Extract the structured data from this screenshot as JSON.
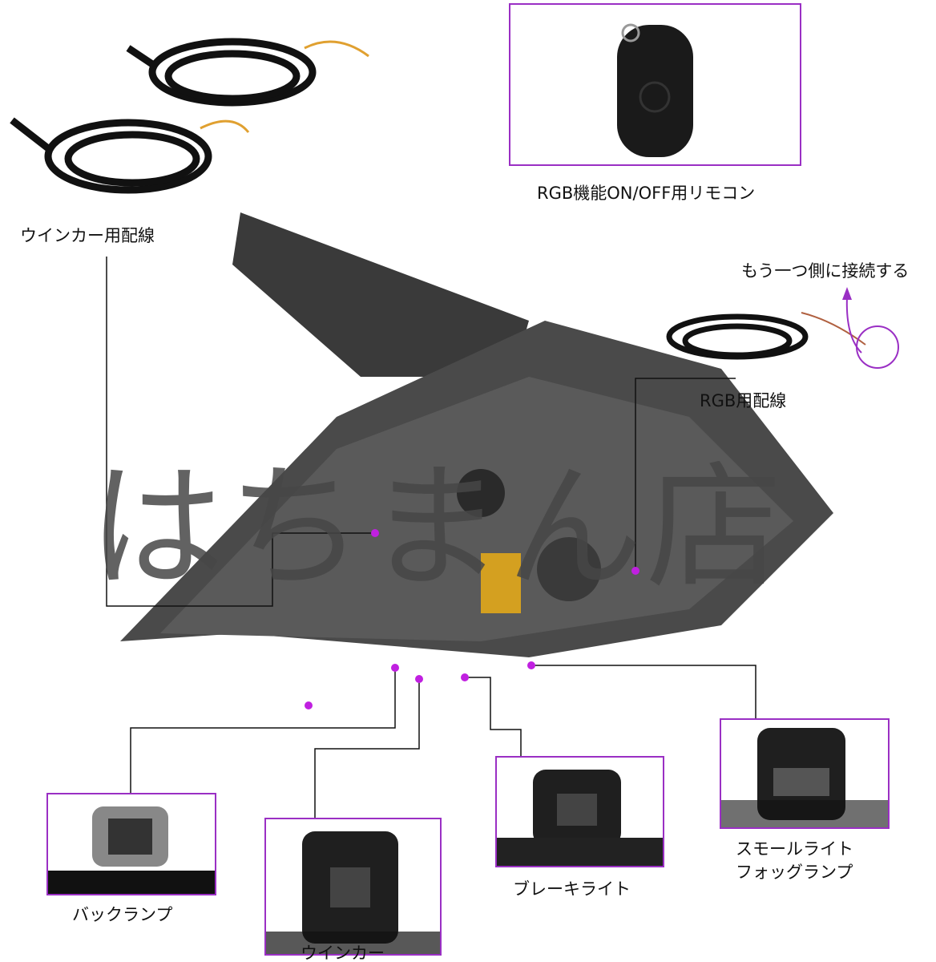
{
  "labels": {
    "winker_wiring": "ウインカー用配線",
    "remote": "RGB機能ON/OFF用リモコン",
    "connect_other_side": "もう一つ側に接続する",
    "rgb_wiring": "RGB用配線",
    "back_lamp": "バックランプ",
    "winker": "ウインカー",
    "brake_light": "ブレーキライト",
    "small_light_line1": "スモールライト",
    "small_light_line2": "フォッグランプ"
  },
  "watermark": "はちまん店",
  "colors": {
    "accent": "#9a2fc4",
    "marker": "#c020e0"
  }
}
